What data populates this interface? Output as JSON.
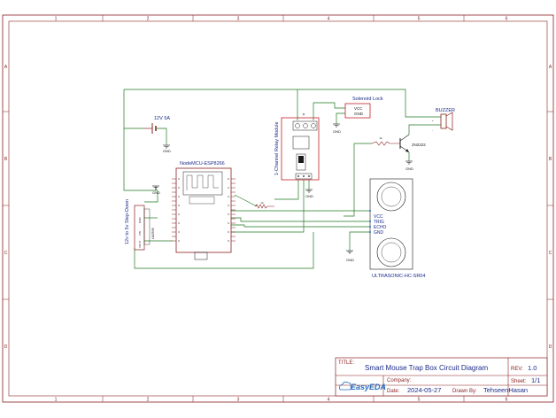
{
  "colors": {
    "frame": "#8a1f1f",
    "wire": "#1f7a1f",
    "component": "#8a1f1f",
    "text": "#1a2a8a",
    "eda_blue": "#2a6fc0"
  },
  "ruler": {
    "columns": [
      "1",
      "2",
      "3",
      "4",
      "5",
      "6"
    ],
    "rows": [
      "A",
      "B",
      "C",
      "D"
    ]
  },
  "components": {
    "power_supply": "12V 5A",
    "nodemcu": "NodeMCU-ESP8266",
    "stepdown": "12v to 5v Step-Down",
    "stepdown_ic": "LM2596",
    "stepdown_pins": [
      "VOUT",
      "VIN",
      "GND"
    ],
    "relay": "1-Channel Relay Module",
    "solenoid": "Solenoid Lock",
    "solenoid_pins": [
      "VCC",
      "GND"
    ],
    "buzzer": "BUZZER",
    "transistor": "2N2222",
    "resistor_1": "1k",
    "resistor_2": "1k",
    "ultrasonic": "ULTRASONIC-HC-SR04",
    "ultrasonic_pins": [
      "VCC",
      "TRIG",
      "ECHO",
      "GND"
    ],
    "ground": "GND",
    "buzzer_polarity": [
      "+",
      "-"
    ]
  },
  "title_block": {
    "title_label": "TITLE:",
    "title": "Smart Mouse Trap Box Circuit Diagram",
    "rev_label": "REV:",
    "rev": "1.0",
    "company_label": "Company:",
    "company": "",
    "sheet_label": "Sheet:",
    "sheet": "1/1",
    "date_label": "Date:",
    "date": "2024-05-27",
    "drawn_label": "Drawn By:",
    "drawn_by": "TehseenHasan",
    "logo_text": "EasyEDA"
  }
}
